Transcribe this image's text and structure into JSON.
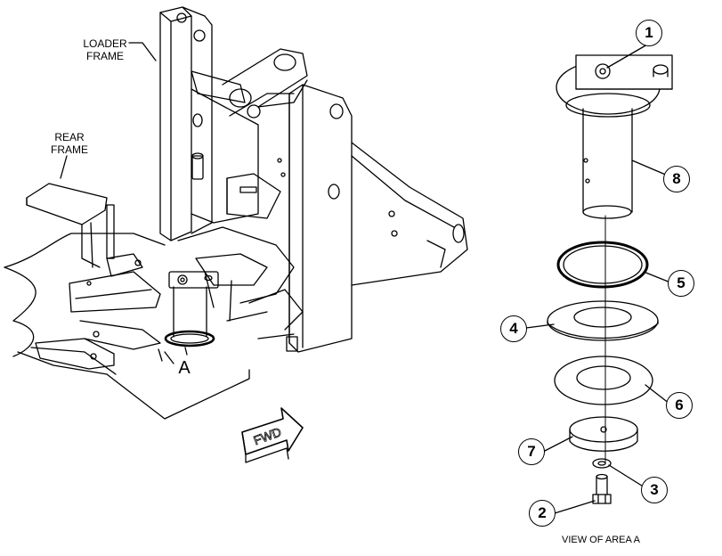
{
  "labels": {
    "loader_frame": "LOADER\nFRAME",
    "rear_frame": "REAR\nFRAME",
    "area_marker": "A",
    "fwd": "FWD",
    "view_caption": "VIEW OF AREA A"
  },
  "callouts": {
    "c1": "1",
    "c2": "2",
    "c3": "3",
    "c4": "4",
    "c5": "5",
    "c6": "6",
    "c7": "7",
    "c8": "8"
  }
}
